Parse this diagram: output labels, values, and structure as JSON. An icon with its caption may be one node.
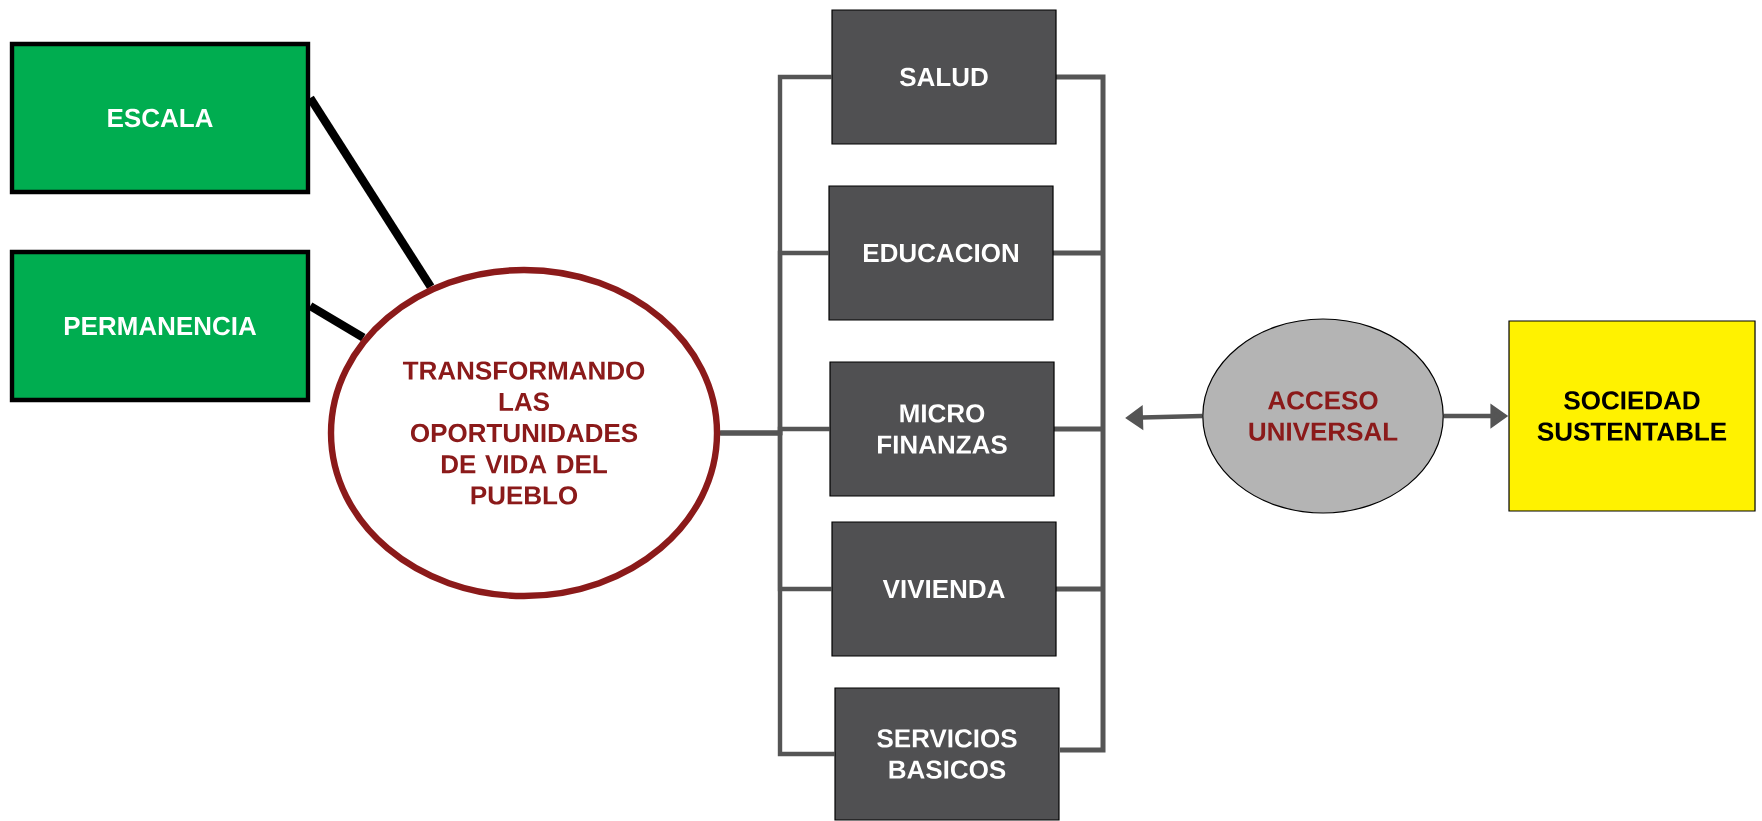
{
  "diagram": {
    "nodes": [
      {
        "text": [
          "ESCALA"
        ]
      },
      {
        "text": [
          "PERMANENCIA"
        ]
      },
      {
        "text": [
          "TRANSFORMANDO LAS OPORTUNIDADES DE VIDA DEL PUEBLO"
        ]
      },
      {
        "text": [
          "SALUD"
        ]
      },
      {
        "text": [
          "EDUCACION"
        ]
      },
      {
        "text": [
          "MICRO FINANZAS"
        ]
      },
      {
        "text": [
          "VIVIENDA"
        ]
      },
      {
        "text": [
          "SERVICIOS BASICOS"
        ]
      },
      {
        "text": [
          "ACCESO UNIVERSAL"
        ]
      },
      {
        "text": [
          "SOCIEDAD SUSTENTABLE"
        ]
      }
    ],
    "edges": [
      {
        "from": 0,
        "to": 2,
        "arrow": "none",
        "style": "thick",
        "color": "#000000"
      },
      {
        "from": 1,
        "to": 2,
        "arrow": "none",
        "style": "thick",
        "color": "#000000"
      },
      {
        "from": 2,
        "to": 3,
        "arrow": "none"
      },
      {
        "from": 2,
        "to": 4,
        "arrow": "none"
      },
      {
        "from": 2,
        "to": 5,
        "arrow": "none"
      },
      {
        "from": 2,
        "to": 6,
        "arrow": "none"
      },
      {
        "from": 2,
        "to": 7,
        "arrow": "none"
      },
      {
        "from": 8,
        "to": null,
        "arrow": "to"
      },
      {
        "from": 8,
        "to": 9,
        "arrow": "to"
      }
    ]
  }
}
